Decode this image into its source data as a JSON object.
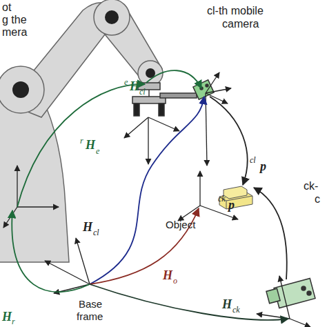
{
  "diagram": {
    "labels": [
      "ot",
      "g the",
      "mera",
      "cl-th mobile",
      "camera",
      "e",
      "H",
      "cl",
      "r",
      "H",
      "e",
      "cl",
      "p",
      "ck",
      "p",
      "H",
      "cl",
      "Object",
      "H",
      "o",
      "H",
      "ck",
      "Base",
      "frame",
      "ck-",
      "c",
      "H",
      "r"
    ]
  }
}
